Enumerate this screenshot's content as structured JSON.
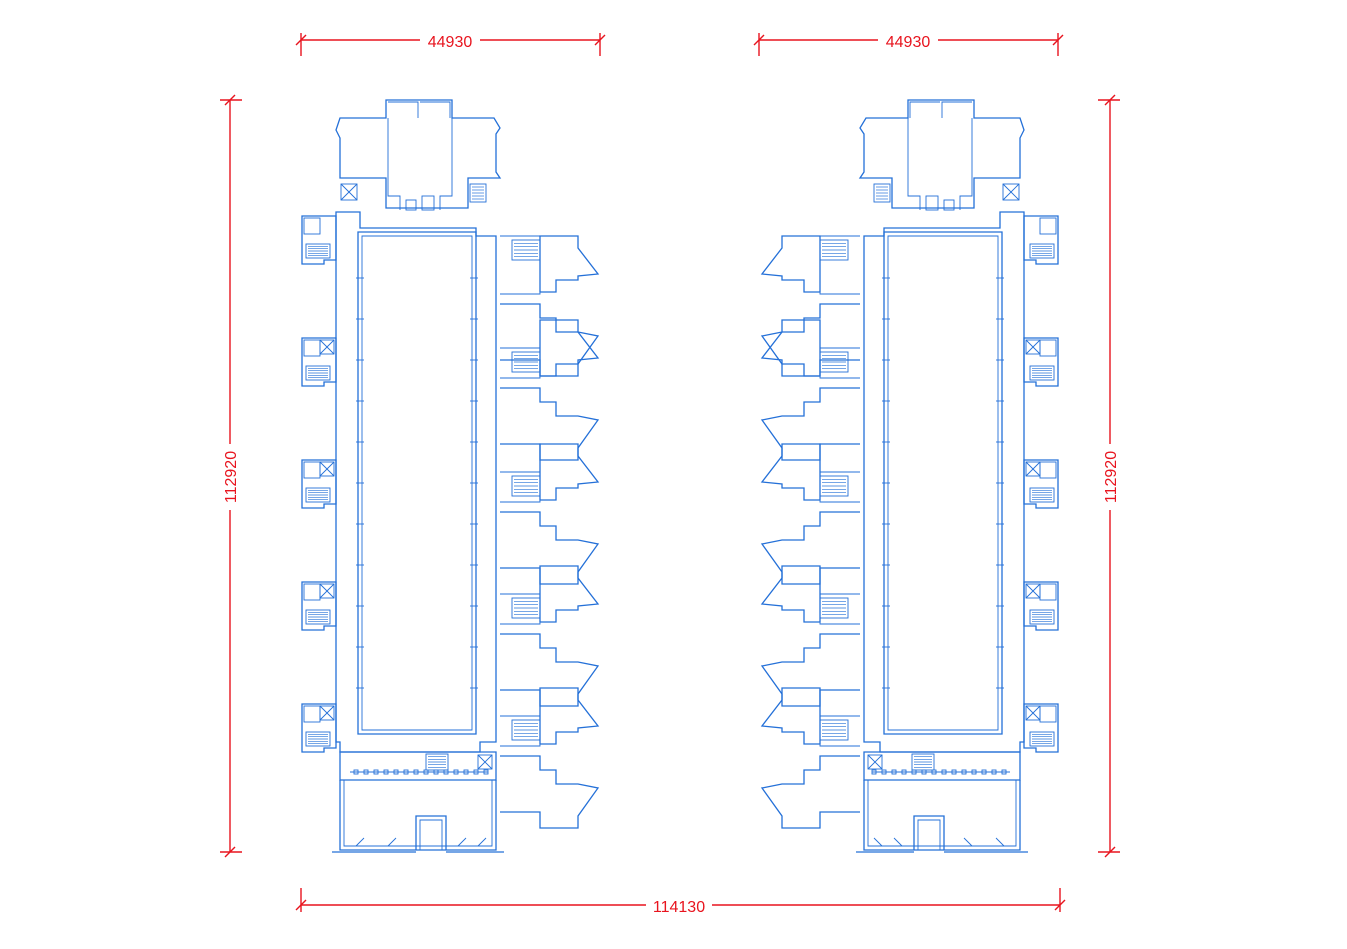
{
  "colors": {
    "dimension": "#e8141e",
    "plan": "#2470d8",
    "background": "#ffffff"
  },
  "dimensions": {
    "top_left_width": "44930",
    "top_right_width": "44930",
    "left_height": "112920",
    "right_height": "112920",
    "bottom_total_width": "114130"
  },
  "buildings": [
    {
      "id": "left-building",
      "mirrored": false
    },
    {
      "id": "right-building",
      "mirrored": true
    }
  ]
}
